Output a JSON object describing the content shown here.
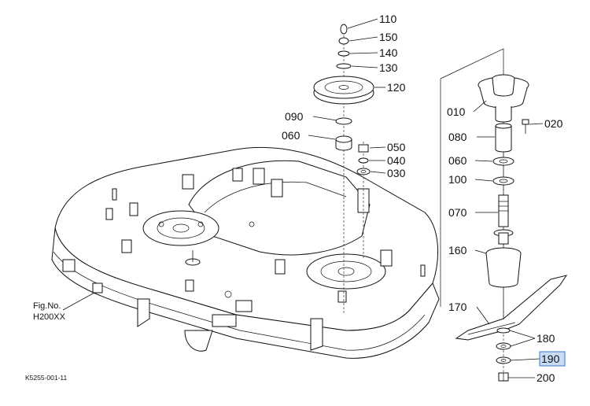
{
  "figure": {
    "fig_label": "Fig.No.",
    "fig_number": "H200XX",
    "drawing_code": "K5255-001-11"
  },
  "callouts": [
    {
      "ref": "110"
    },
    {
      "ref": "150"
    },
    {
      "ref": "140"
    },
    {
      "ref": "130"
    },
    {
      "ref": "120"
    },
    {
      "ref": "090"
    },
    {
      "ref": "060"
    },
    {
      "ref": "050"
    },
    {
      "ref": "040"
    },
    {
      "ref": "030"
    },
    {
      "ref": "010"
    },
    {
      "ref": "020"
    },
    {
      "ref": "080"
    },
    {
      "ref": "060"
    },
    {
      "ref": "100"
    },
    {
      "ref": "070"
    },
    {
      "ref": "160"
    },
    {
      "ref": "170"
    },
    {
      "ref": "180"
    },
    {
      "ref": "190",
      "selected": true
    },
    {
      "ref": "200"
    }
  ],
  "colors": {
    "line": "#111111",
    "highlight_fill": "#c8dcf4",
    "highlight_border": "#3b73c4"
  }
}
